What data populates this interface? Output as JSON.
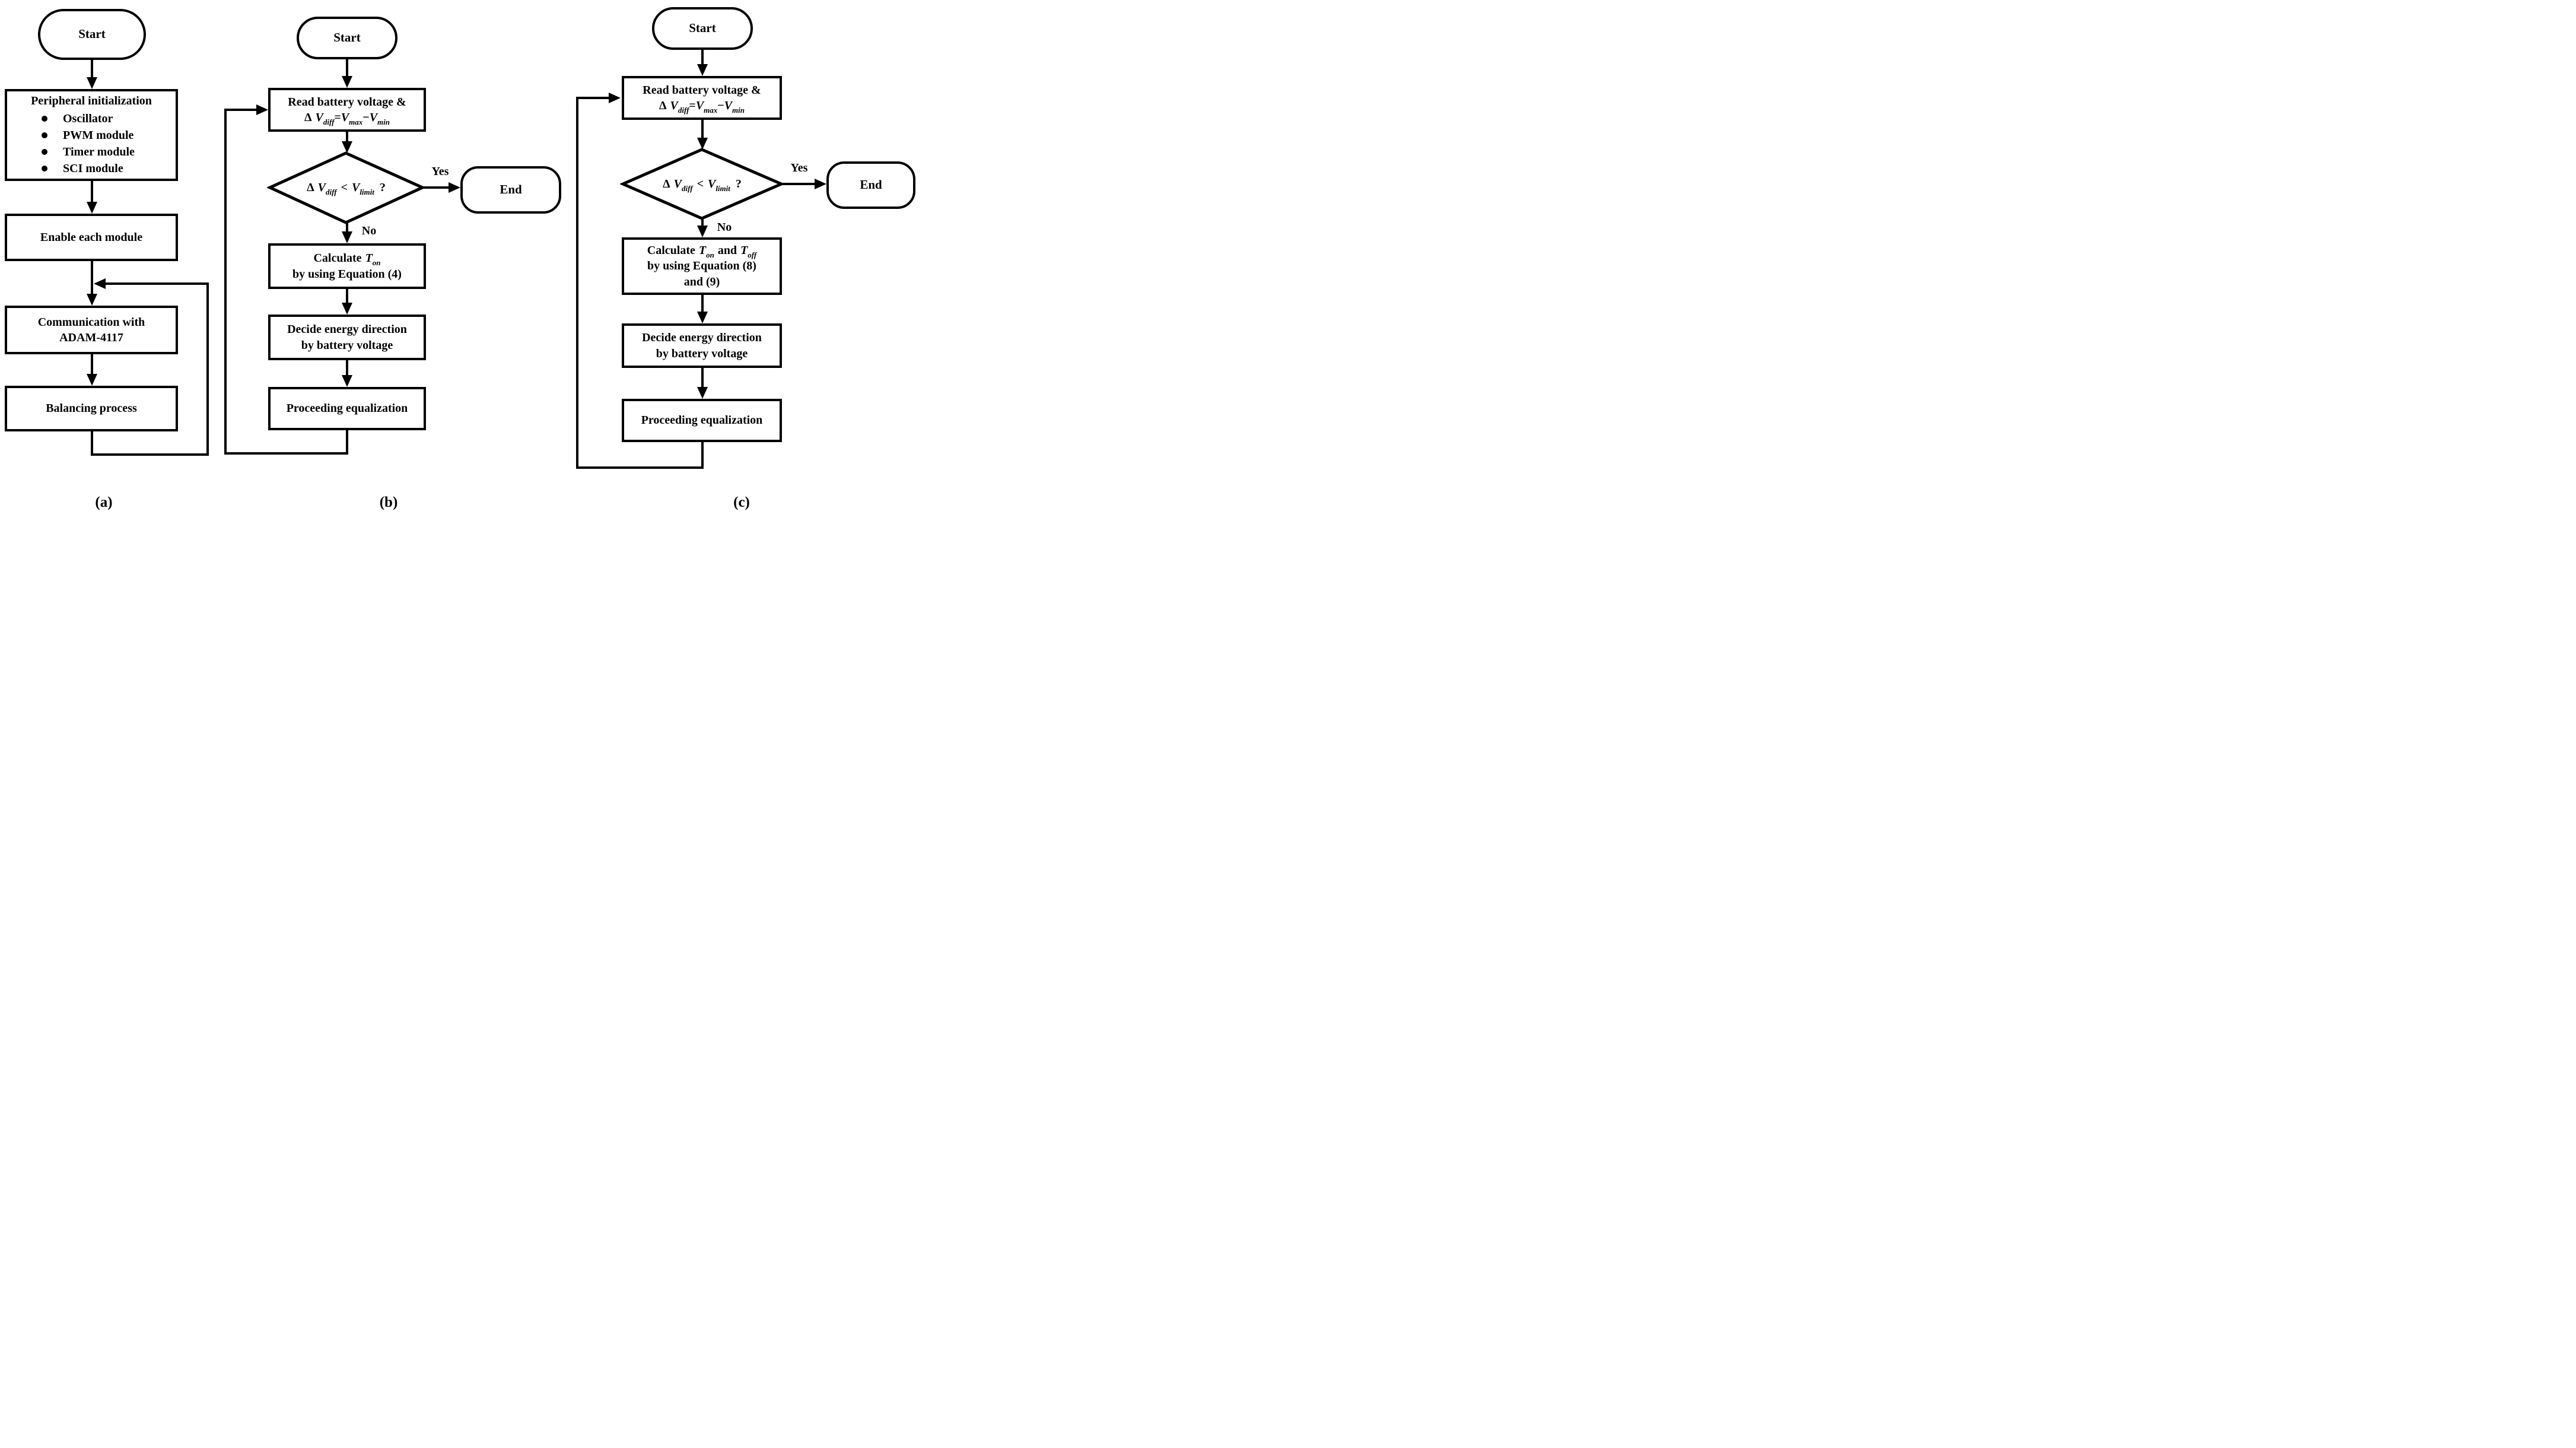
{
  "panels": {
    "a": "(a)",
    "b": "(b)",
    "c": "(c)"
  },
  "a": {
    "start": "Start",
    "init_title": "Peripheral initialization",
    "init_items": [
      "Oscillator",
      "PWM module",
      "Timer module",
      "SCI module"
    ],
    "enable": "Enable each module",
    "comm_line1": "Communication with",
    "comm_line2": "ADAM-4117",
    "balance": "Balancing process"
  },
  "b": {
    "start": "Start",
    "read_line1": "Read battery voltage &",
    "yes": "Yes",
    "no": "No",
    "end": "End",
    "calc_line2": "by using Equation (4)",
    "decide_line1": "Decide energy direction",
    "decide_line2": "by battery voltage",
    "proceed": "Proceeding equalization"
  },
  "c": {
    "start": "Start",
    "read_line1": "Read battery voltage &",
    "yes": "Yes",
    "no": "No",
    "end": "End",
    "calc_line2": "by using Equation (8)",
    "calc_line3": "and (9)",
    "decide_line1": "Decide energy direction",
    "decide_line2": "by battery voltage",
    "proceed": "Proceeding equalization"
  },
  "sym": {
    "delta": "Δ",
    "V": "V",
    "T": "T",
    "eq": "=",
    "lt": "<",
    "minus": "−",
    "q": "?",
    "sub_diff": "diff",
    "sub_max": "max",
    "sub_min": "min",
    "sub_limit": "limit",
    "sub_on": "on",
    "sub_off": "off",
    "calculate": "Calculate",
    "and": "and"
  }
}
